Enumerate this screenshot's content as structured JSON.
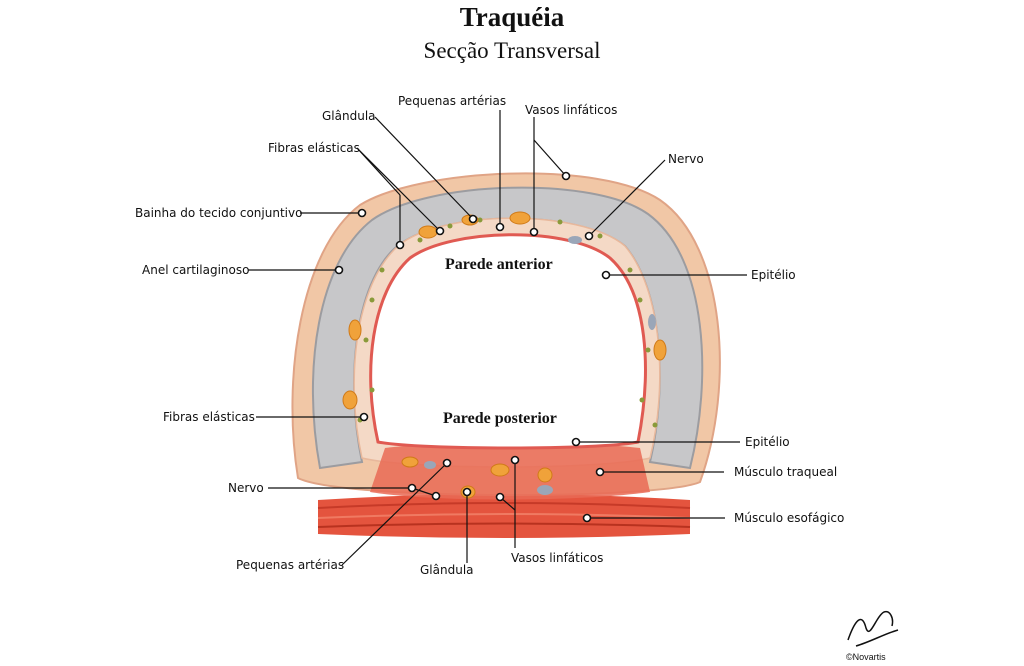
{
  "title": "Traquéia",
  "subtitle": "Secção Transversal",
  "regions": {
    "anterior": "Parede anterior",
    "posterior": "Parede posterior"
  },
  "labels": {
    "glandula_top": "Glândula",
    "pequenas_arterias_top": "Pequenas artérias",
    "vasos_linfaticos_top": "Vasos linfáticos",
    "nervo_top": "Nervo",
    "fibras_elasticas_top": "Fibras elásticas",
    "bainha": "Bainha do tecido conjuntivo",
    "anel": "Anel cartilaginoso",
    "epitelio_top": "Epitélio",
    "fibras_elasticas_left": "Fibras elásticas",
    "epitelio_bottom": "Epitélio",
    "musculo_traqueal": "Músculo traqueal",
    "nervo_bottom": "Nervo",
    "musculo_esofagico": "Músculo esofágico",
    "pequenas_arterias_bottom": "Pequenas artérias",
    "glandula_bottom": "Glândula",
    "vasos_linfaticos_bottom": "Vasos linfáticos"
  },
  "signature": "©Novartis",
  "colors": {
    "connective": "#f1c7a6",
    "cartilage": "#c7c7c9",
    "mucosa": "#f4d9c6",
    "epithelium": "#e05a52",
    "muscle": "#e4543e",
    "gland": "#f0a23a"
  }
}
